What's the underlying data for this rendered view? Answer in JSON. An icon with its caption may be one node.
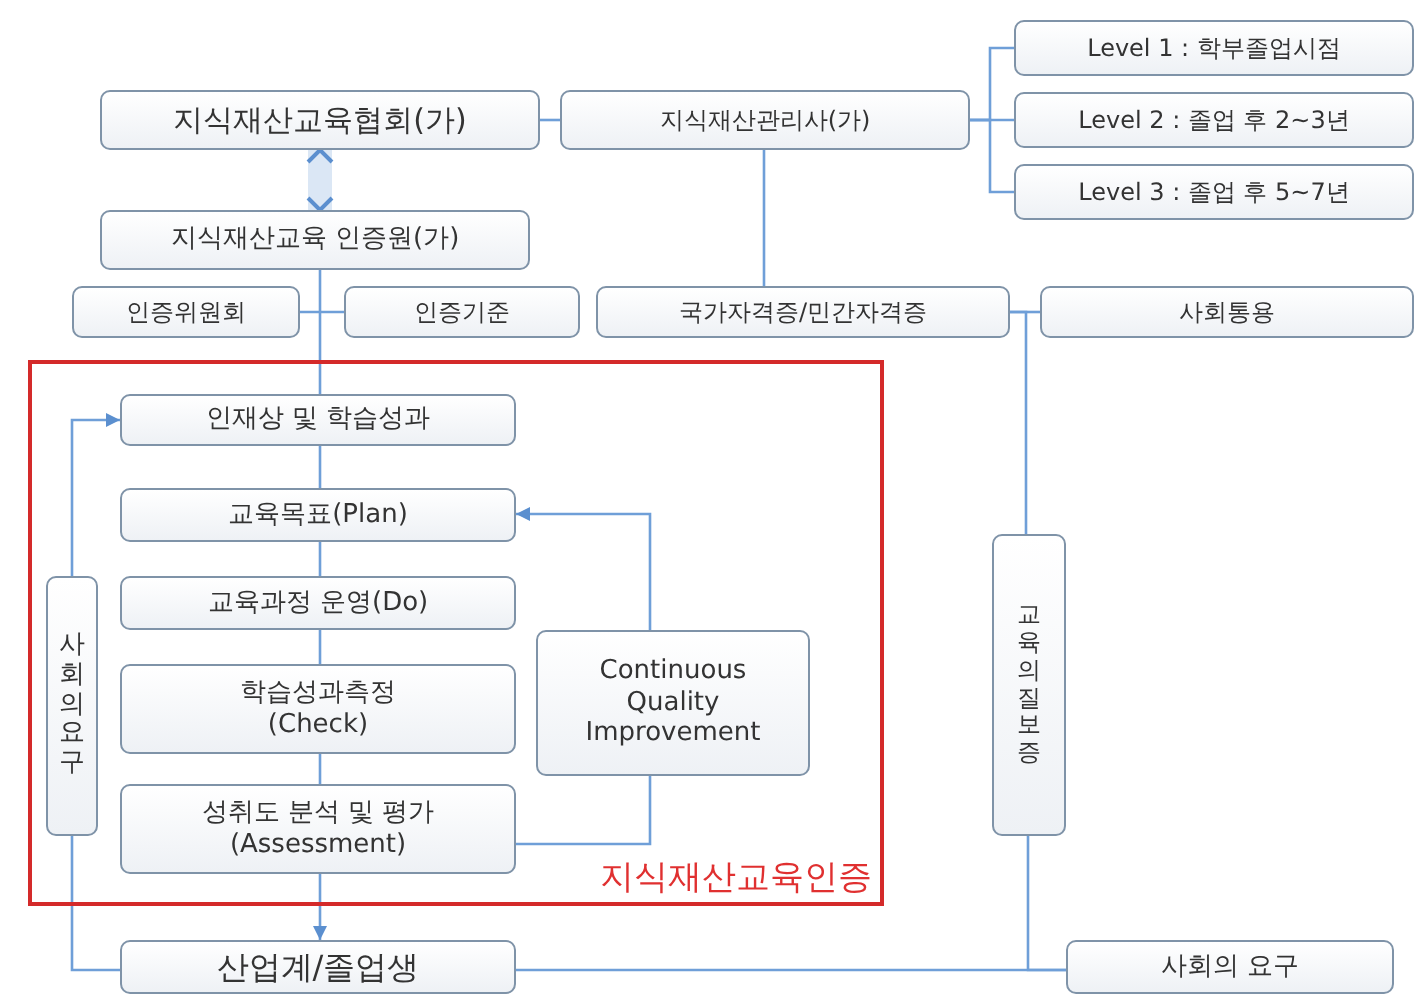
{
  "diagram": {
    "nodes": [
      {
        "text": [
          "지식재산교육협회(가)"
        ]
      },
      {
        "text": [
          "지식재산관리사(가)"
        ]
      },
      {
        "text": [
          "Level 1 : 학부졸업시점"
        ]
      },
      {
        "text": [
          "Level 2 : 졸업 후 2~3년"
        ]
      },
      {
        "text": [
          "Level 3 : 졸업 후 5~7년"
        ]
      },
      {
        "text": [
          "지식재산교육 인증원(가)"
        ]
      },
      {
        "text": [
          "인증위원회"
        ]
      },
      {
        "text": [
          "인증기준"
        ]
      },
      {
        "text": [
          "국가자격증/민간자격증"
        ]
      },
      {
        "text": [
          "사회통용"
        ]
      },
      {
        "text": [
          "지식재산교육인증"
        ]
      },
      {
        "text": [
          "인재상 및 학습성과"
        ],
        "in": 10
      },
      {
        "text": [
          "교육목표(Plan)"
        ],
        "in": 10
      },
      {
        "text": [
          "교육과정 운영(Do)"
        ],
        "in": 10
      },
      {
        "text": [
          "학습성과측정 (Check)"
        ],
        "in": 10
      },
      {
        "text": [
          "성취도 분석 및 평가 (Assessment)"
        ],
        "in": 10
      },
      {
        "text": [
          "Continuous Quality Improvement"
        ],
        "in": 10
      },
      {
        "text": [
          "사회의요구"
        ],
        "in": 10
      },
      {
        "text": [
          "산업계/졸업생"
        ]
      },
      {
        "text": [
          "교육의질보증"
        ]
      },
      {
        "text": [
          "사회의 요구"
        ]
      }
    ],
    "edges": [
      {
        "from": 0,
        "to": 1,
        "arrow": "none"
      },
      {
        "from": 1,
        "to": 2,
        "arrow": "none"
      },
      {
        "from": 1,
        "to": 3,
        "arrow": "none"
      },
      {
        "from": 1,
        "to": 4,
        "arrow": "none"
      },
      {
        "from": 0,
        "to": 5,
        "arrow": "both",
        "style": "thick"
      },
      {
        "from": 5,
        "to": 11,
        "arrow": "none"
      },
      {
        "from": 6,
        "to": 7,
        "arrow": "none"
      },
      {
        "from": 11,
        "to": 12,
        "arrow": "none"
      },
      {
        "from": 12,
        "to": 13,
        "arrow": "none"
      },
      {
        "from": 13,
        "to": 14,
        "arrow": "none"
      },
      {
        "from": 14,
        "to": 15,
        "arrow": "none"
      },
      {
        "from": 15,
        "to": 18,
        "arrow": "to"
      },
      {
        "from": 15,
        "to": 16,
        "arrow": "none"
      },
      {
        "from": 16,
        "to": 12,
        "arrow": "to"
      },
      {
        "from": 18,
        "to": 17,
        "arrow": "none"
      },
      {
        "from": 17,
        "to": 11,
        "arrow": "to"
      },
      {
        "from": 1,
        "to": 8,
        "arrow": "none"
      },
      {
        "from": 8,
        "to": 9,
        "arrow": "none"
      },
      {
        "from": 8,
        "to": 19,
        "arrow": "none"
      },
      {
        "from": 19,
        "to": 20,
        "arrow": "none"
      },
      {
        "from": 18,
        "to": 20,
        "arrow": "none"
      }
    ]
  }
}
